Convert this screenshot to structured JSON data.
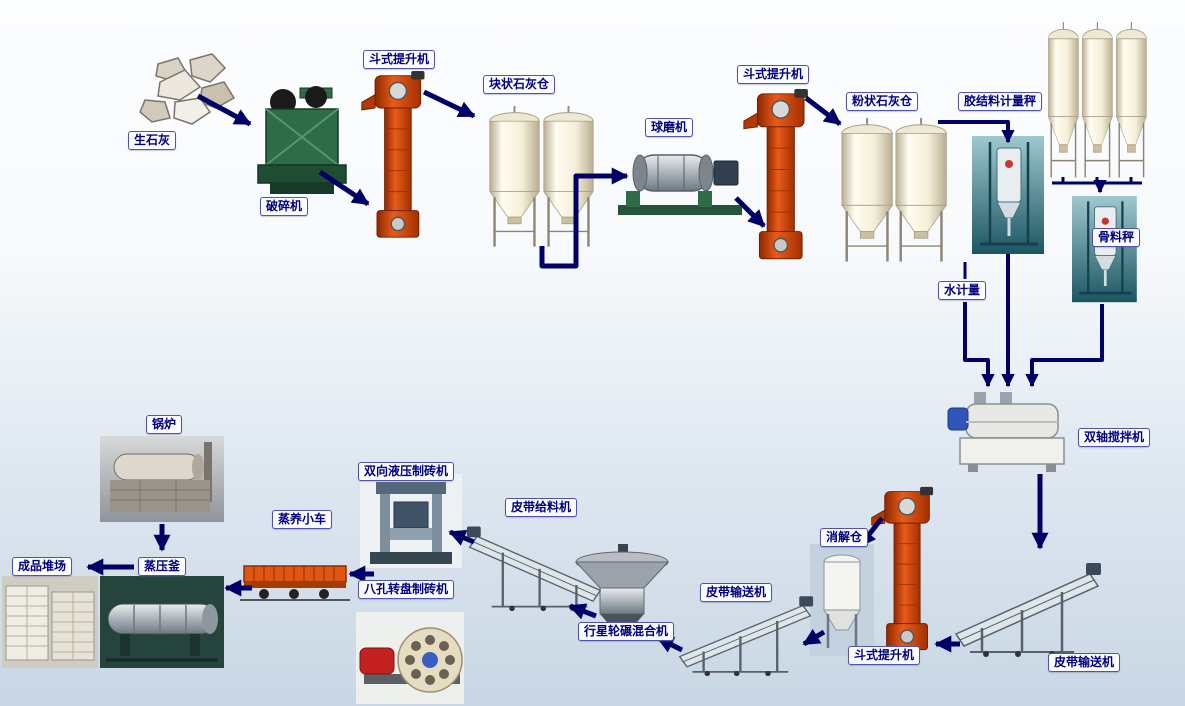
{
  "colors": {
    "arrow": "#000066",
    "label_text": "#00007d",
    "label_border": "#5252a8",
    "label_bg": "#fbfcff",
    "elevator_red": "#e85c1a",
    "silo_cream": "#f4eed8",
    "photo_teal": "#20606e",
    "machine_green": "#2e6b46",
    "bg_top": "#fcfdff",
    "bg_bottom": "#c9d6e4"
  },
  "labels": {
    "quicklime": "生石灰",
    "crusher": "破碎机",
    "bucket_elevator_1": "斗式提升机",
    "lump_lime_silo": "块状石灰仓",
    "ball_mill": "球磨机",
    "bucket_elevator_2": "斗式提升机",
    "powder_lime_silo": "粉状石灰仓",
    "binder_scale": "胶结料计量秤",
    "aggregate_scale": "骨料秤",
    "water_meter": "水计量",
    "double_shaft_mixer": "双轴搅拌机",
    "belt_conveyor_right": "皮带输送机",
    "bucket_elevator_3": "斗式提升机",
    "digestion_silo": "消解仓",
    "belt_conveyor_mid": "皮带输送机",
    "planetary_mixer": "行星轮碾混合机",
    "belt_feeder": "皮带给料机",
    "hydraulic_press": "双向液压制砖机",
    "rotary_press": "八孔转盘制砖机",
    "curing_trolley": "蒸养小车",
    "autoclave": "蒸压釜",
    "boiler": "锅炉",
    "product_yard": "成品堆场"
  },
  "flow": [
    {
      "from": "生石灰",
      "to": "破碎机"
    },
    {
      "from": "破碎机",
      "to": "斗式提升机"
    },
    {
      "from": "斗式提升机",
      "to": "块状石灰仓"
    },
    {
      "from": "块状石灰仓",
      "to": "球磨机"
    },
    {
      "from": "球磨机",
      "to": "斗式提升机"
    },
    {
      "from": "斗式提升机",
      "to": "粉状石灰仓"
    },
    {
      "from": "粉状石灰仓",
      "to": "胶结料计量秤"
    },
    {
      "from": "胶结料计量秤",
      "to": "双轴搅拌机"
    },
    {
      "from": "骨料秤",
      "to": "双轴搅拌机"
    },
    {
      "from": "水计量",
      "to": "双轴搅拌机"
    },
    {
      "from": "双轴搅拌机",
      "to": "皮带输送机"
    },
    {
      "from": "皮带输送机",
      "to": "斗式提升机"
    },
    {
      "from": "斗式提升机",
      "to": "消解仓"
    },
    {
      "from": "消解仓",
      "to": "皮带输送机"
    },
    {
      "from": "皮带输送机",
      "to": "行星轮碾混合机"
    },
    {
      "from": "行星轮碾混合机",
      "to": "皮带给料机"
    },
    {
      "from": "皮带给料机",
      "to": "双向液压制砖机"
    },
    {
      "from": "双向液压制砖机",
      "to": "蒸养小车"
    },
    {
      "from": "八孔转盘制砖机",
      "to": "蒸养小车"
    },
    {
      "from": "蒸养小车",
      "to": "蒸压釜"
    },
    {
      "from": "锅炉",
      "to": "蒸压釜"
    },
    {
      "from": "蒸压釜",
      "to": "成品堆场"
    }
  ]
}
